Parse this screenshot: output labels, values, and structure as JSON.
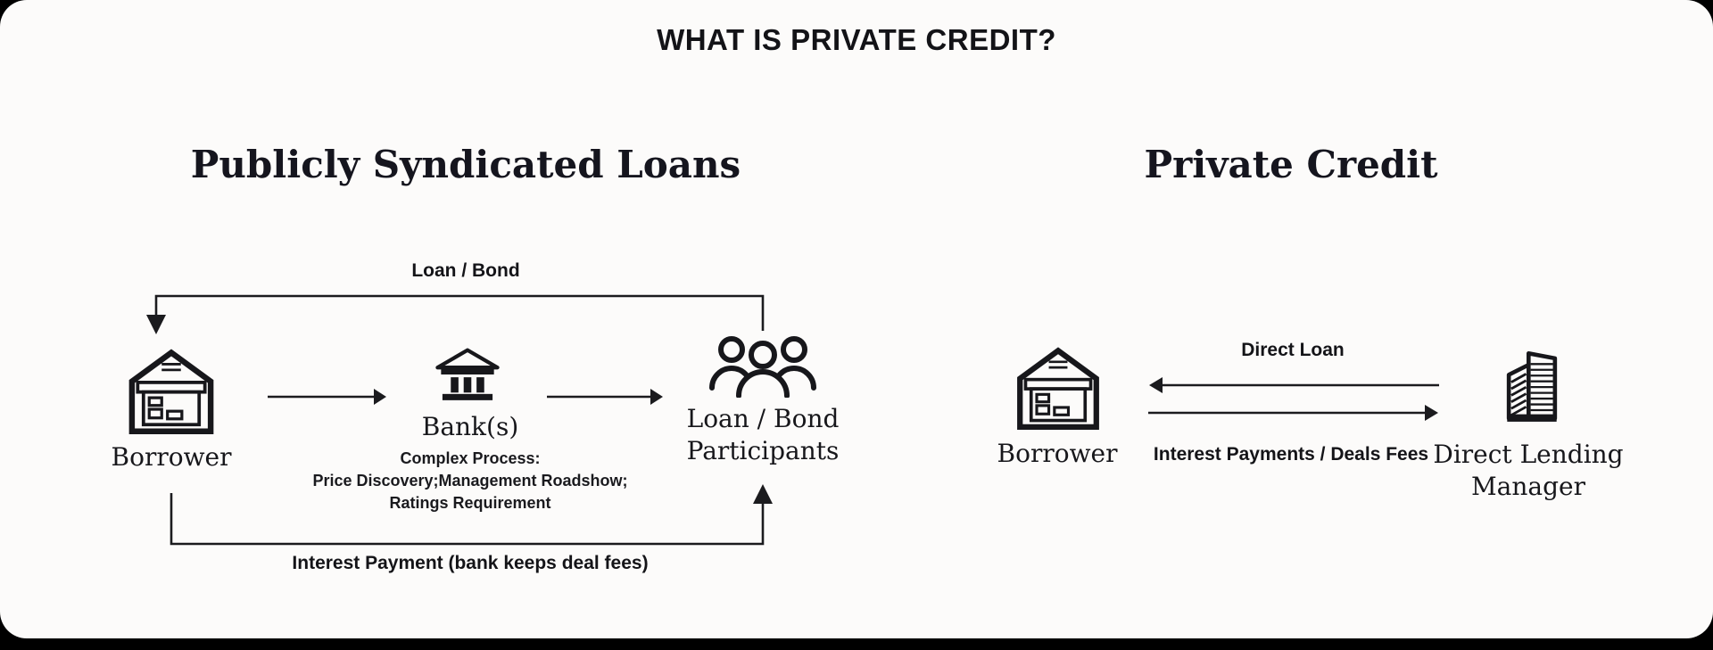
{
  "title": "WHAT IS PRIVATE CREDIT?",
  "colors": {
    "background": "#000000",
    "card": "#fcfbfa",
    "ink": "#17171b"
  },
  "left_section": {
    "heading": "Publicly Syndicated Loans",
    "top_flow_label": "Loan / Bond",
    "bottom_flow_label": "Interest Payment (bank keeps deal fees)",
    "borrower": {
      "label": "Borrower",
      "icon": "storefront-icon"
    },
    "bank": {
      "label": "Bank(s)",
      "icon": "bank-icon",
      "note_lines": [
        "Complex Process:",
        "Price Discovery;Management Roadshow;",
        "Ratings Requirement"
      ]
    },
    "participants": {
      "label_line1": "Loan / Bond",
      "label_line2": "Participants",
      "icon": "people-group-icon"
    }
  },
  "right_section": {
    "heading": "Private Credit",
    "top_flow_label": "Direct Loan",
    "bottom_flow_label": "Interest Payments / Deals Fees",
    "borrower": {
      "label": "Borrower",
      "icon": "storefront-icon"
    },
    "manager": {
      "label_line1": "Direct Lending",
      "label_line2": "Manager",
      "icon": "office-building-icon"
    }
  }
}
